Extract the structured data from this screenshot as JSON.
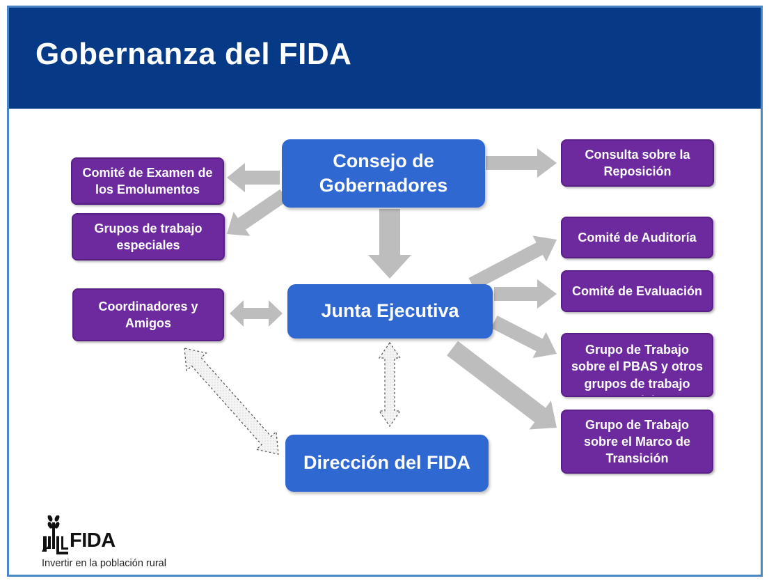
{
  "slide": {
    "title": "Gobernanza del FIDA",
    "colors": {
      "title_bar": "#063A87",
      "main_box": "#2F68D1",
      "side_box": "#6C2A9E",
      "arrow": "#BDBDBD",
      "frame": "#4A86C5"
    }
  },
  "boxes": {
    "consejo": "Consejo de\nGobernadores",
    "junta": "Junta Ejecutiva",
    "direccion": "Dirección del FIDA",
    "emolumentos": "Comité de Examen de\nlos Emolumentos",
    "grupos_especiales": "Grupos de trabajo\nespeciales",
    "coordinadores": "Coordinadores y\nAmigos",
    "reposicion": "Consulta sobre la\nReposición",
    "auditoria": "Comité de Auditoría",
    "evaluacion": "Comité de Evaluación",
    "pbas": "Grupo de Trabajo\nsobre el PBAS y otros\ngrupos de trabajo\nespeciales",
    "marco": "Grupo de Trabajo\nsobre el Marco de\nTransición"
  },
  "logo": {
    "name": "FIDA",
    "tagline": "Invertir en la población rural",
    "icon": "wheat-logo-icon"
  }
}
